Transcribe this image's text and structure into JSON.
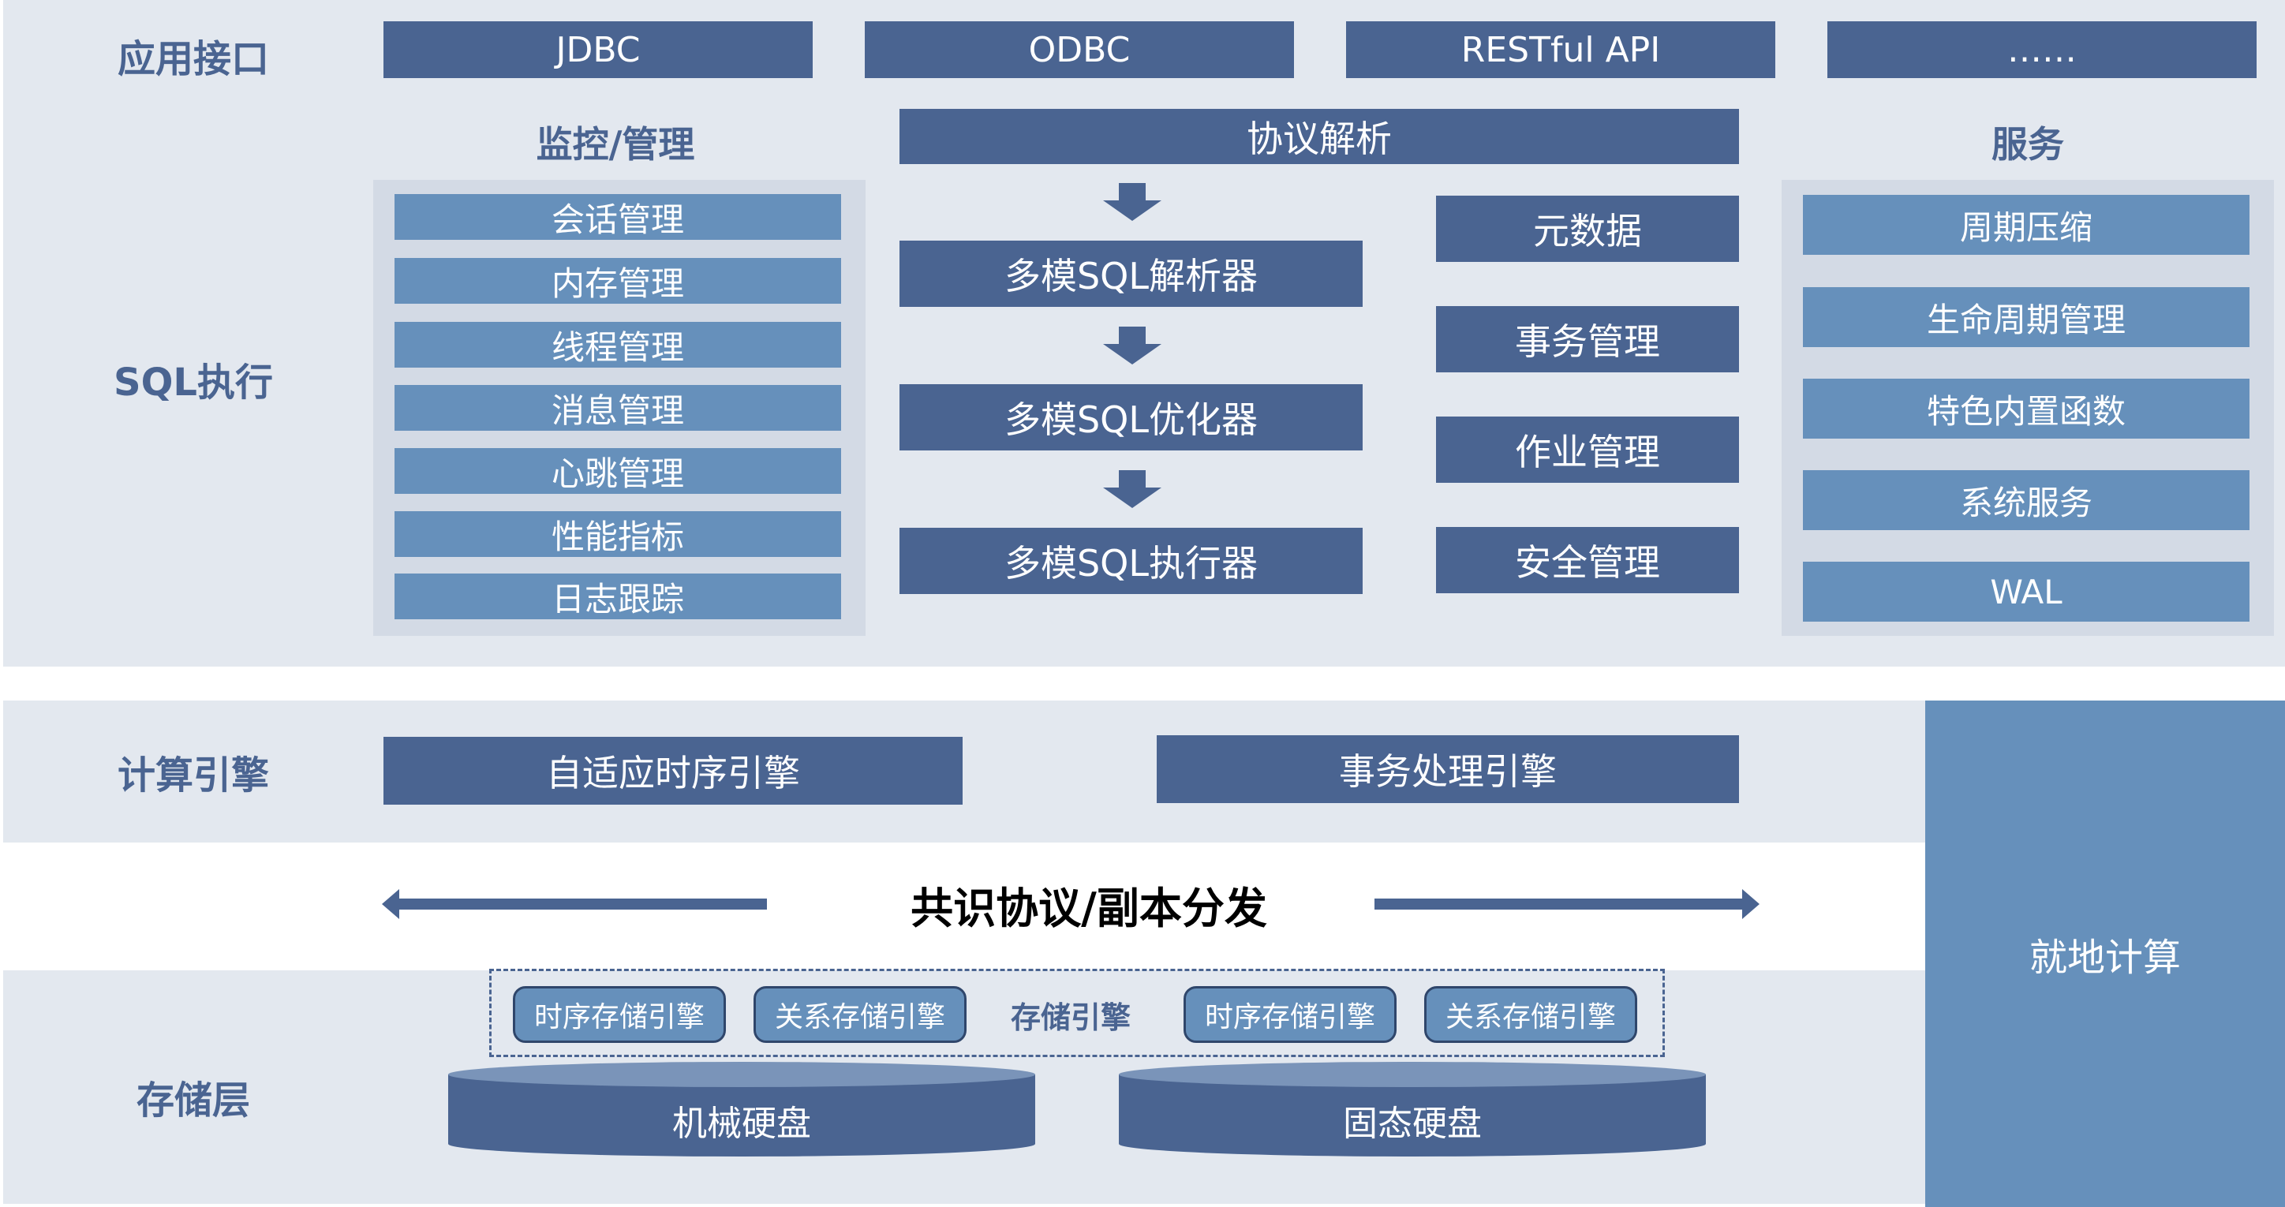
{
  "layers": {
    "app_interface": "应用接口",
    "sql_exec": "SQL执行",
    "compute_engine": "计算引擎",
    "storage_layer": "存储层"
  },
  "interfaces": [
    "JDBC",
    "ODBC",
    "RESTful API",
    "……"
  ],
  "monitoring": {
    "title": "监控/管理",
    "items": [
      "会话管理",
      "内存管理",
      "线程管理",
      "消息管理",
      "心跳管理",
      "性能指标",
      "日志跟踪"
    ]
  },
  "pipeline": {
    "protocol": "协议解析",
    "steps": [
      "多模SQL解析器",
      "多模SQL优化器",
      "多模SQL执行器"
    ]
  },
  "middle_boxes": [
    "元数据",
    "事务管理",
    "作业管理",
    "安全管理"
  ],
  "services": {
    "title": "服务",
    "items": [
      "周期压缩",
      "生命周期管理",
      "特色内置函数",
      "系统服务",
      "WAL"
    ]
  },
  "engines": [
    "自适应时序引擎",
    "事务处理引擎"
  ],
  "consensus": "共识协议/副本分发",
  "local_compute": "就地计算",
  "storage_engines": {
    "label": "存储引擎",
    "items": [
      "时序存储引擎",
      "关系存储引擎",
      "时序存储引擎",
      "关系存储引擎"
    ]
  },
  "disks": [
    "机械硬盘",
    "固态硬盘"
  ],
  "colors": {
    "dark_blue": "#4a6491",
    "light_blue": "#6690bb",
    "band_bg": "#e3e8ef",
    "panel_bg": "#d3dae5"
  }
}
